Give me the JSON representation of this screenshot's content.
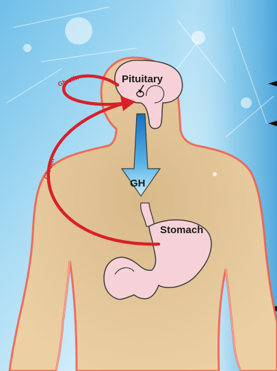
{
  "labels": {
    "pituitary": "Pituitary",
    "gh": "GH",
    "stomach": "Stomach",
    "ghrelin_upper": "Ghrelin",
    "ghrelin_side": "Ghrelin"
  },
  "colors": {
    "background_top": "#c9e7f6",
    "background_mid": "#79c3ec",
    "background_bottom": "#e9f6fc",
    "body_fill": "#e8c89a",
    "body_outline": "#f05a4a",
    "organ_fill": "#f6d2d8",
    "organ_outline": "#3a3a3a",
    "ghrelin_arrow": "#d7202a",
    "gh_arrow_top": "#1f78c8",
    "gh_arrow_bottom": "#b9e4f7"
  }
}
